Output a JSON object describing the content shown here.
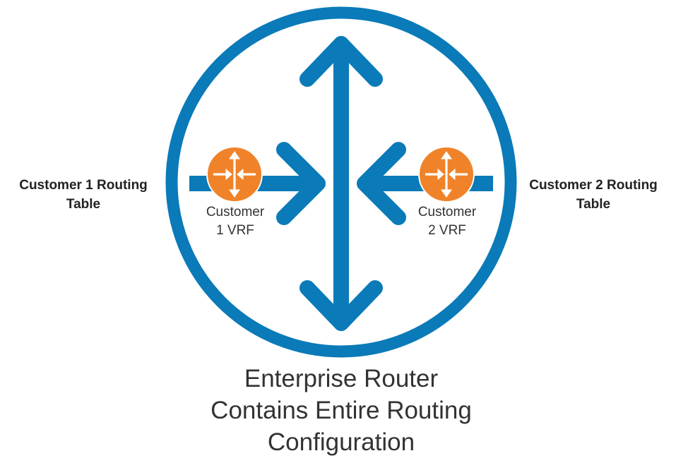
{
  "colors": {
    "primary_blue": "#0a7ab8",
    "router_orange": "#f0832a",
    "router_orange_dark": "#d96d1a",
    "text_dark": "#222222",
    "arrow_white": "#ffffff"
  },
  "icons": {
    "router": "router-icon",
    "arrow": "arrow-icon"
  },
  "labels": {
    "customer1_table": "Customer 1 Routing\nTable",
    "customer2_table": "Customer 2 Routing\nTable",
    "vrf1": "Customer\n1 VRF",
    "vrf2": "Customer\n2 VRF",
    "caption": "Enterprise Router\nContains Entire Routing\nConfiguration"
  }
}
